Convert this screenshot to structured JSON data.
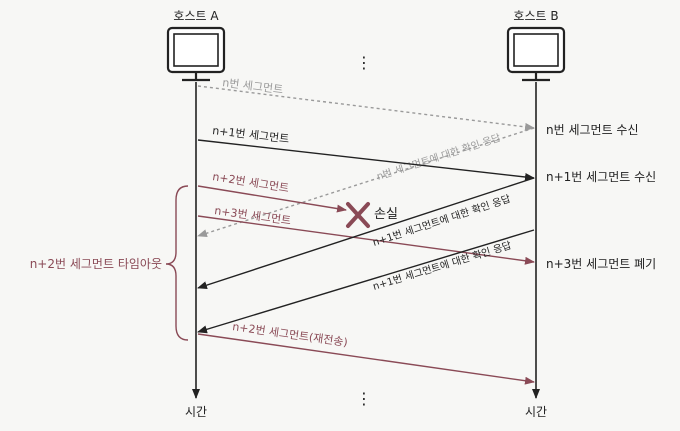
{
  "hosts": {
    "a": {
      "label": "호스트 A",
      "time_label": "시간"
    },
    "b": {
      "label": "호스트 B",
      "time_label": "시간"
    }
  },
  "ellipsis": "⋮",
  "colors": {
    "black": "#222222",
    "red": "#8a4a56",
    "gray": "#9a9a9a"
  },
  "messages": {
    "seg_n": "n번 세그먼트",
    "ack_n": "n번 세그먼트에 대한 확인 응답",
    "seg_n1": "n+1번 세그먼트",
    "seg_n2": "n+2번 세그먼트",
    "seg_n3": "n+3번 세그먼트",
    "ack_n1_first": "n+1번 세그먼트에 대한 확인 응답",
    "ack_n1_second": "n+1번 세그먼트에 대한 확인 응답",
    "seg_n2_resend": "n+2번 세그먼트(재전송)"
  },
  "events": {
    "recv_n": "n번 세그먼트 수신",
    "recv_n1": "n+1번 세그먼트 수신",
    "loss": "손실",
    "discard_n3": "n+3번 세그먼트 폐기",
    "timeout": "n+2번 세그먼트 타임아웃"
  }
}
